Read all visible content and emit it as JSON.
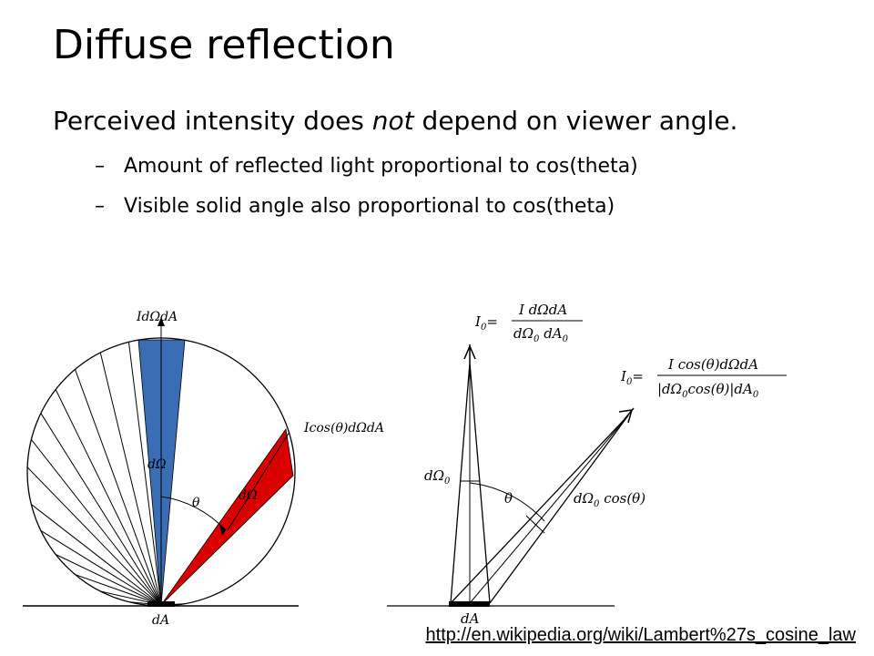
{
  "slide": {
    "title": "Diffuse reflection",
    "main_bullet": {
      "before": "Perceived intensity does ",
      "emphasis": "not",
      "after": " depend on viewer angle."
    },
    "sub_bullets": [
      {
        "dash": "–",
        "text": "Amount of reflected light proportional to cos(theta)"
      },
      {
        "dash": "–",
        "text": "Visible solid angle also proportional to cos(theta)"
      }
    ],
    "source_link": "http://en.wikipedia.org/wiki/Lambert%27s_cosine_law"
  },
  "diagram_left": {
    "top_label": "IdΩdA",
    "blue_label": "dΩ",
    "red_outer_label": "Icos(θ)dΩdA",
    "red_inner_label": "dΩ",
    "theta_label": "θ",
    "bottom_label": "dA",
    "colors": {
      "blue": "#3a6eb4",
      "red": "#d90000"
    }
  },
  "diagram_right": {
    "eq1_lhs": "I",
    "eq1_lhs_sub": "0",
    "eq1_num": "I dΩdA",
    "eq1_den_a": "dΩ",
    "eq1_den_a_sub": "0",
    "eq1_den_b": " dA",
    "eq1_den_b_sub": "0",
    "eq2_lhs": "I",
    "eq2_lhs_sub": "0",
    "eq2_num": "I cos(θ)dΩdA",
    "eq2_den_a": "|dΩ",
    "eq2_den_a_sub": "0",
    "eq2_den_b": "cos(θ)|dA",
    "eq2_den_b_sub": "0",
    "vertical_label": "dΩ",
    "vertical_label_sub": "0",
    "theta_label": "θ",
    "slant_label": "dΩ",
    "slant_label_sub": "0",
    "slant_label_after": " cos(θ)",
    "bottom_label": "dA"
  }
}
